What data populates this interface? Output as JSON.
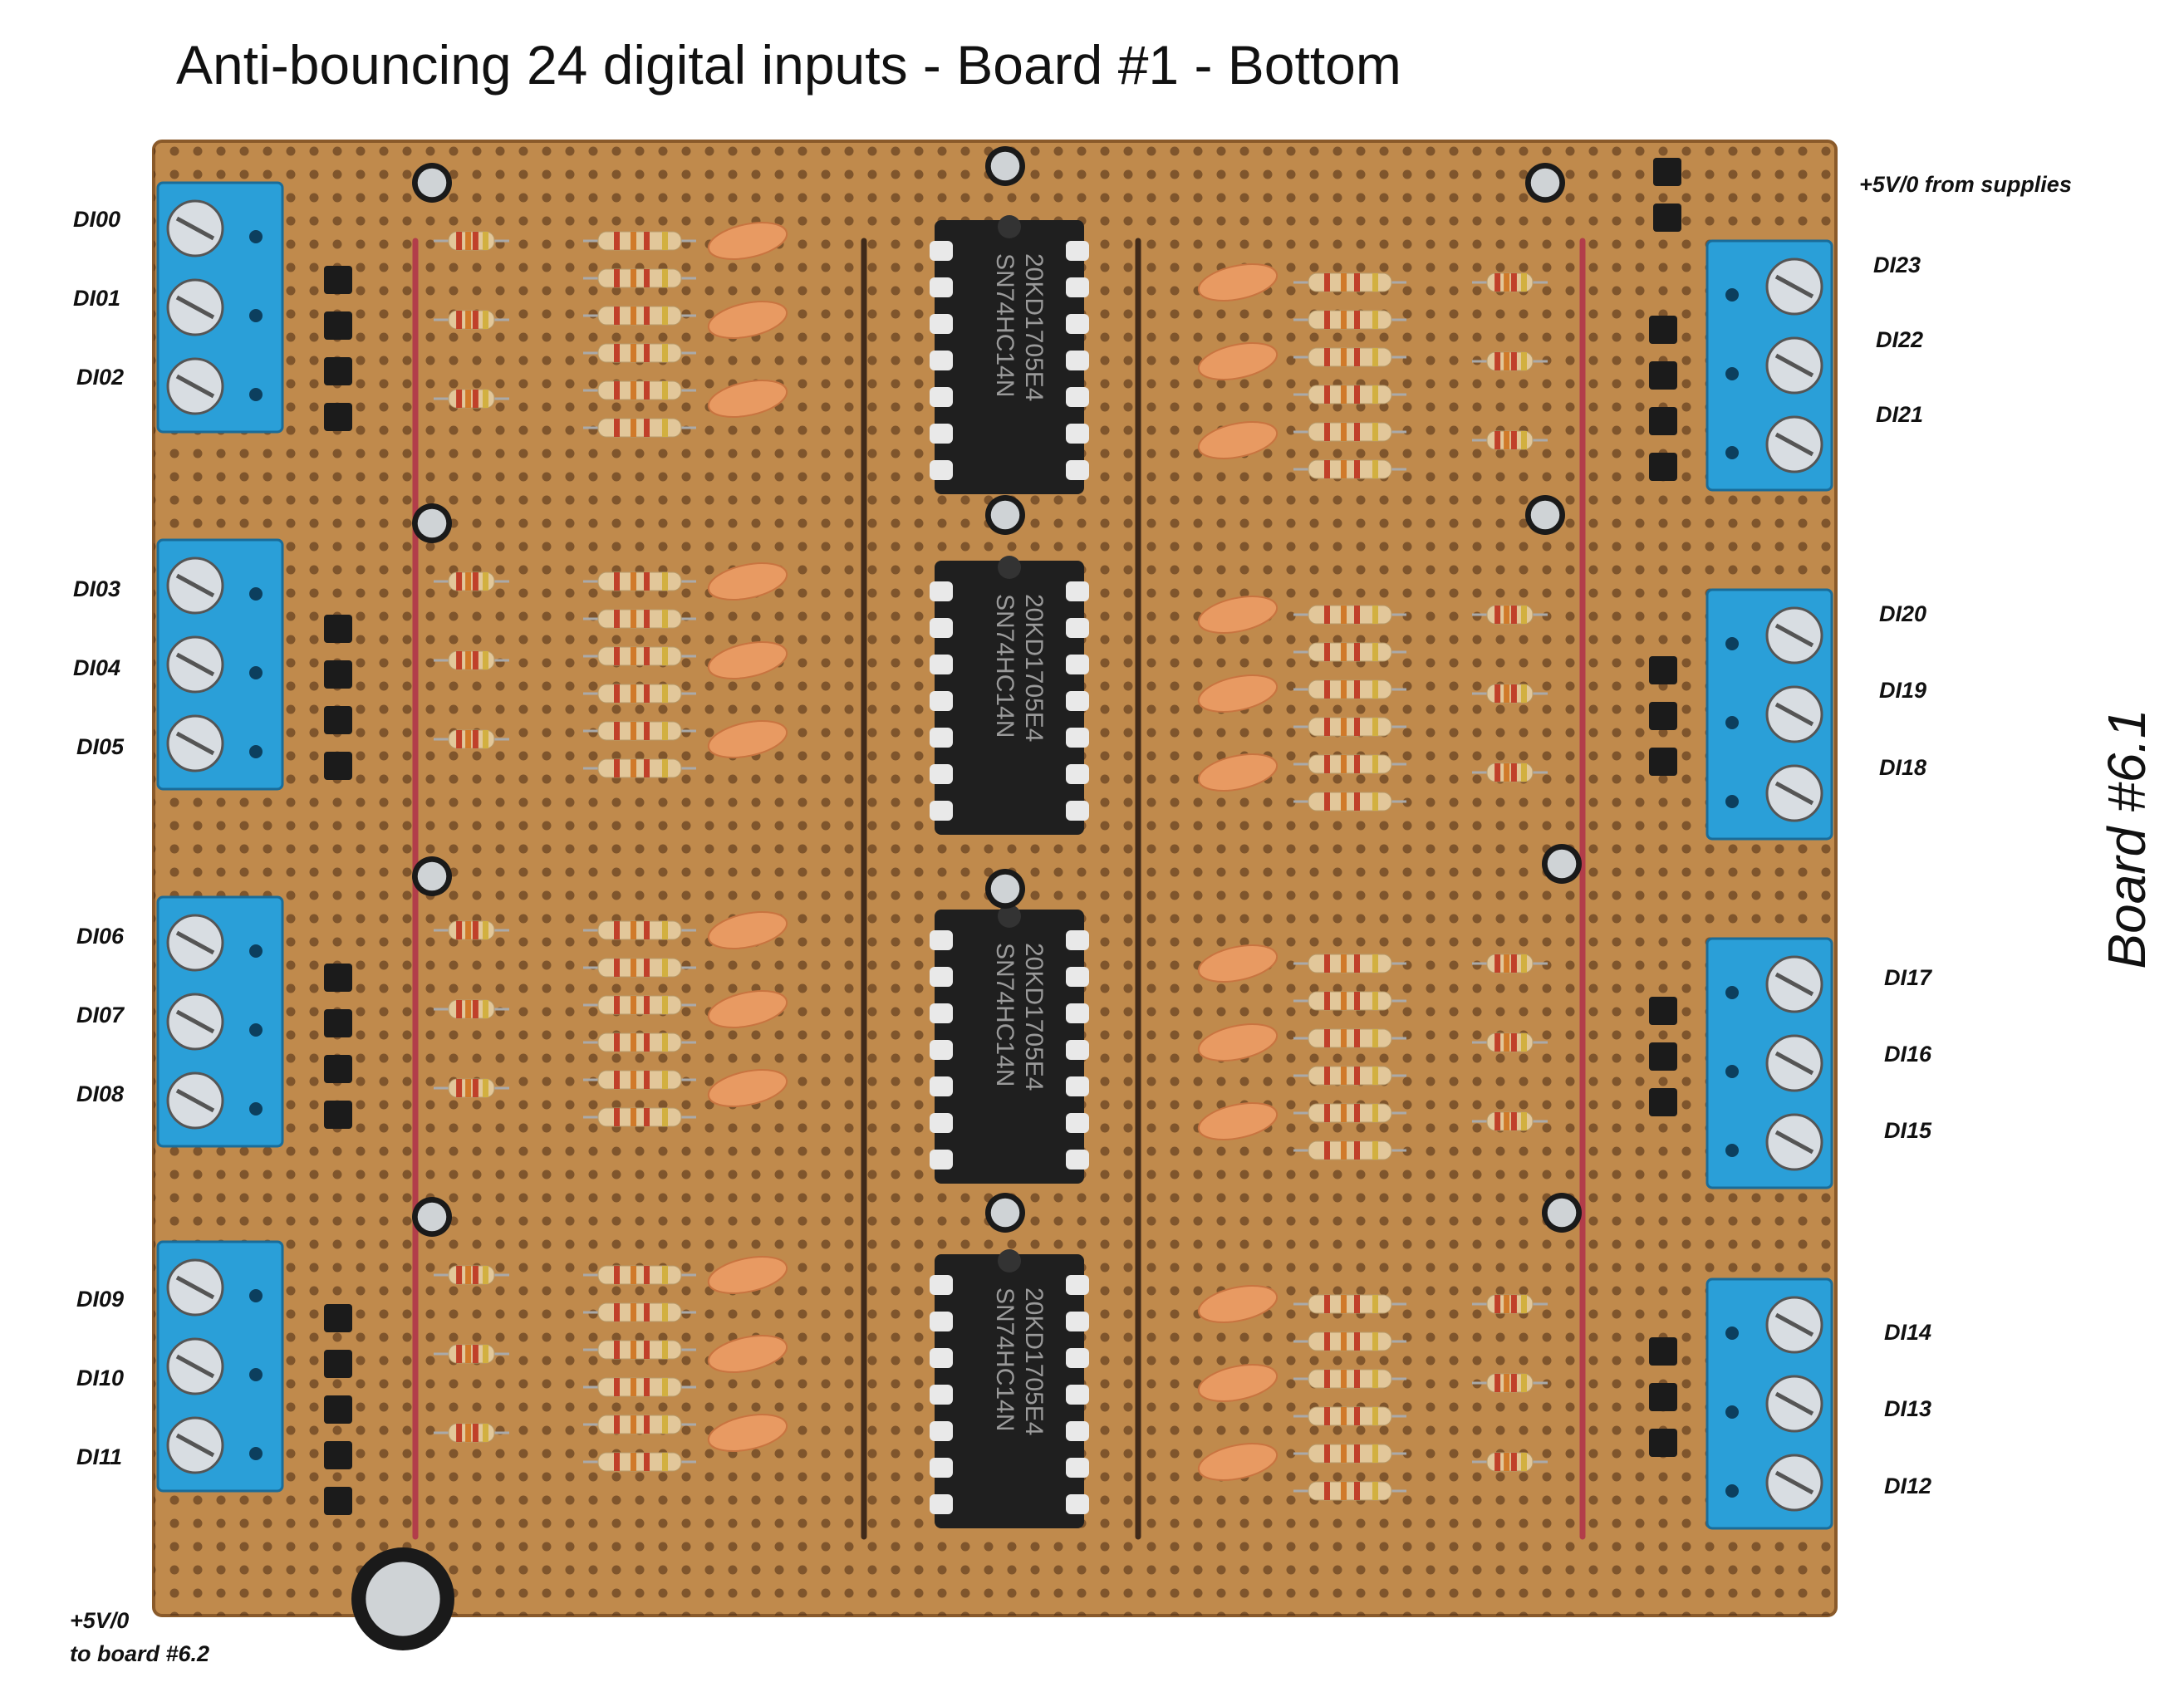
{
  "title": "Anti-bouncing  24 digital inputs - Board #1 - Bottom",
  "side_label": "Board #6.1",
  "supply_in": "+5V/0 from supplies",
  "supply_out_line1": "+5V/0",
  "supply_out_line2": "to board #6.2",
  "left_inputs": [
    "DI00",
    "DI01",
    "DI02",
    "DI03",
    "DI04",
    "DI05",
    "DI06",
    "DI07",
    "DI08",
    "DI09",
    "DI10",
    "DI11"
  ],
  "right_inputs": [
    "DI23",
    "DI22",
    "DI21",
    "DI20",
    "DI19",
    "DI18",
    "DI17",
    "DI16",
    "DI15",
    "DI14",
    "DI13",
    "DI12"
  ],
  "chip_line1": "20KD1705E4",
  "chip_line2": "SN74HC14N",
  "colors": {
    "board": "#c08a4c",
    "terminal": "#2a9fd8",
    "chip": "#1f1f1f",
    "capacitor": "#e89a62",
    "resistor": "#e2c79a"
  }
}
